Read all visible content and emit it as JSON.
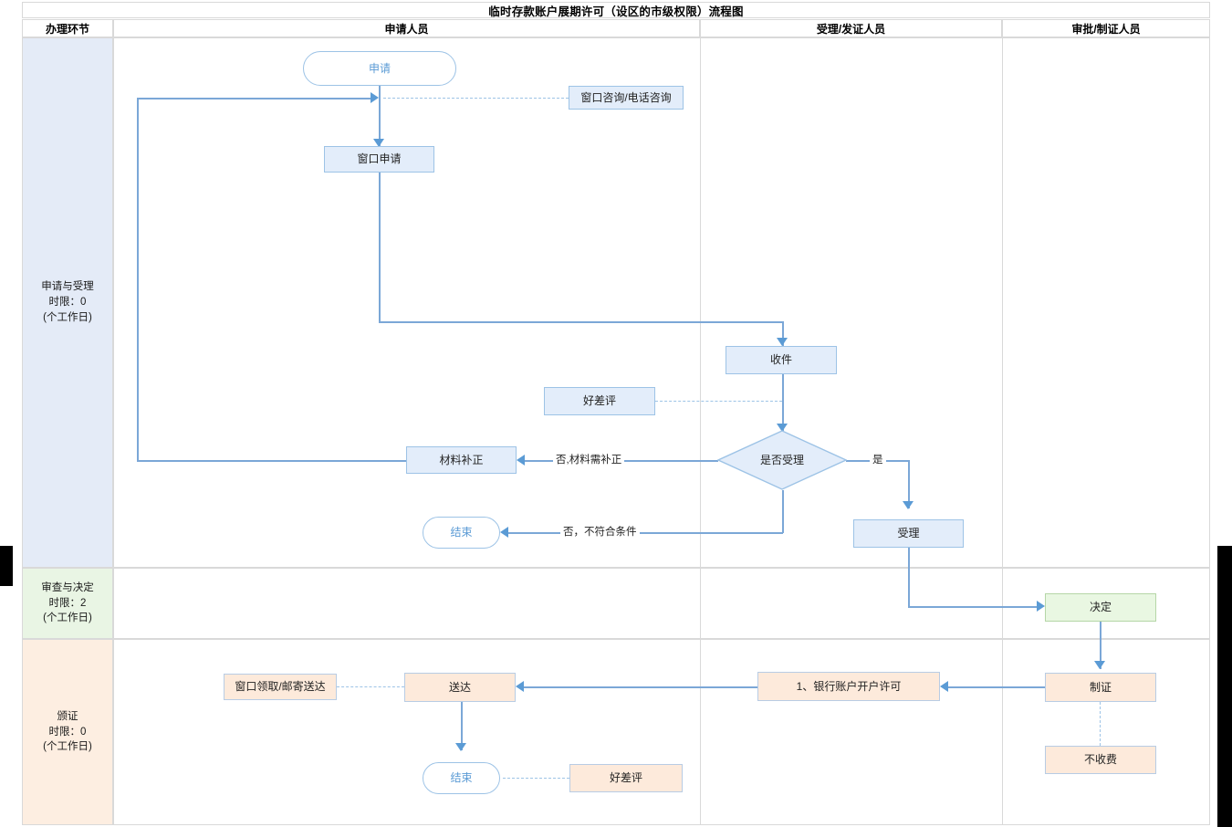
{
  "title": "临时存款账户展期许可（设区的市级权限）流程图",
  "table": {
    "stage_header": "办理环节",
    "column_headers": [
      "申请人员",
      "受理/发证人员",
      "审批/制证人员"
    ]
  },
  "lanes": [
    {
      "name": "申请与受理",
      "limit": "时限：0",
      "unit": "(个工作日)",
      "color": "#e4ebf7"
    },
    {
      "name": "审查与决定",
      "limit": "时限：2",
      "unit": "(个工作日)",
      "color": "#e9f5e4"
    },
    {
      "name": "颁证",
      "limit": "时限：0",
      "unit": "(个工作日)",
      "color": "#fdeee1"
    }
  ],
  "nodes": {
    "start": "申请",
    "consult": "窗口咨询/电话咨询",
    "window_apply": "窗口申请",
    "receive": "收件",
    "review_1": "好差评",
    "decision": "是否受理",
    "material_fix": "材料补正",
    "end_1": "结束",
    "accept": "受理",
    "decide": "决定",
    "make_cert": "制证",
    "no_fee": "不收费",
    "bank_permit": "1、银行账户开户许可",
    "deliver": "送达",
    "pickup": "窗口领取/邮寄送达",
    "end_2": "结束",
    "review_2": "好差评"
  },
  "edge_labels": {
    "yes": "是",
    "no_need_fix": "否,材料需补正",
    "no_not_qualified": "否，不符合条件"
  },
  "colors": {
    "line": "#7ba7d7",
    "arrow": "#5b9bd5",
    "node_blue_fill": "#e3edfa",
    "node_blue_border": "#9dc3e6",
    "node_green_fill": "#e9f7e2",
    "node_green_border": "#b5d6a7",
    "node_peach_fill": "#fdeadb",
    "node_peach_border": "#b8cce4",
    "terminator_text": "#5b9bd5",
    "grid": "#d9d9d9"
  }
}
